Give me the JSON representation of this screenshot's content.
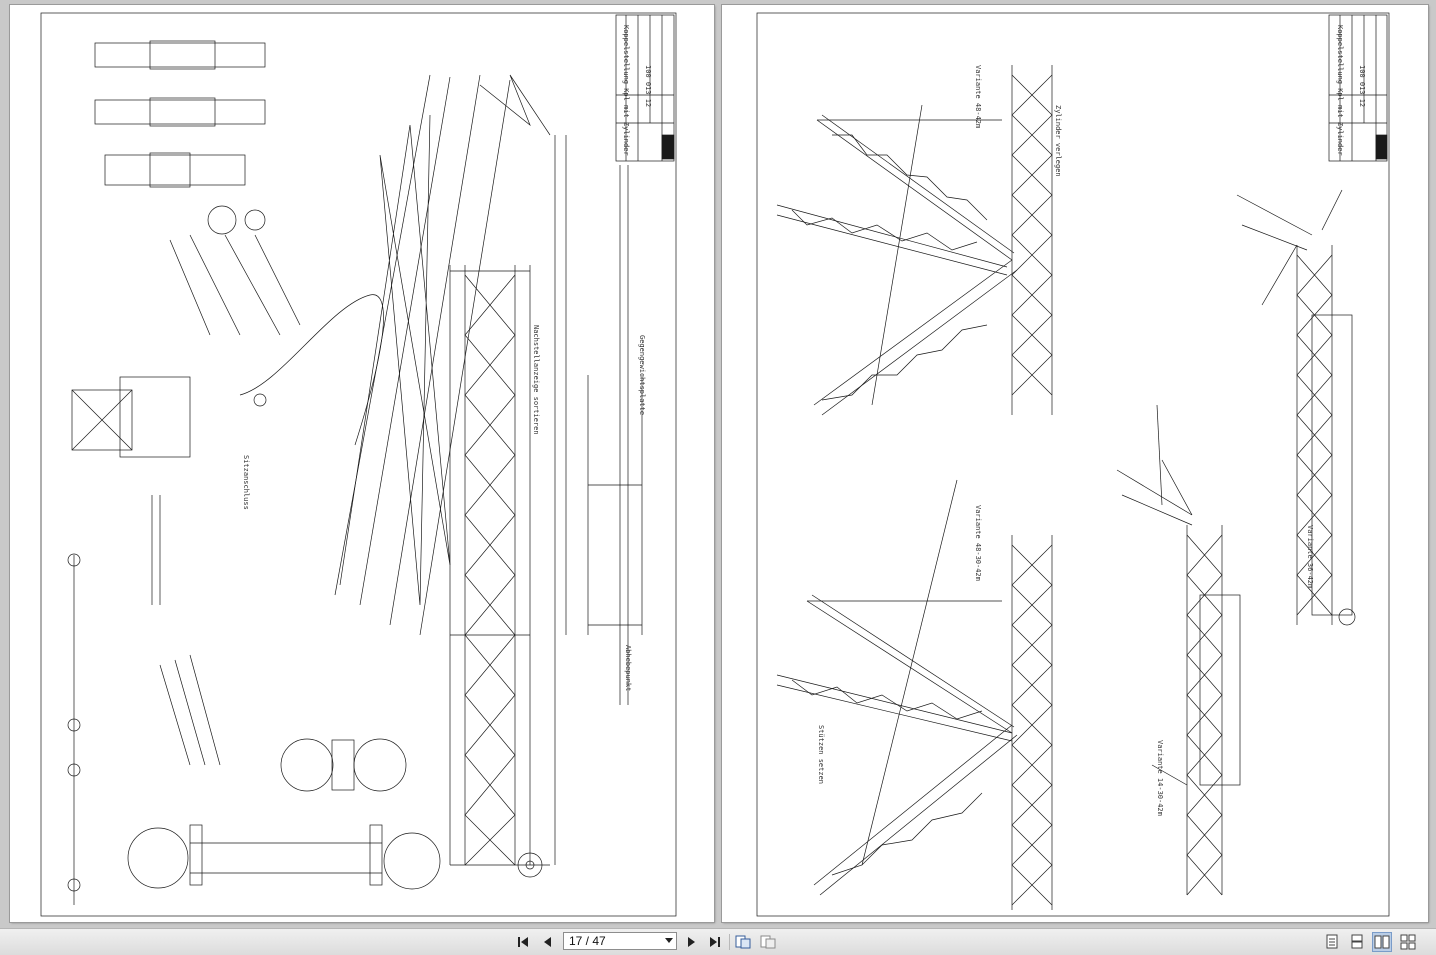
{
  "toolbar": {
    "page_indicator": "17 / 47",
    "buttons": {
      "first_page": "first-page-icon",
      "previous_page": "previous-page-icon",
      "next_page": "next-page-icon",
      "last_page": "last-page-icon",
      "rotate": "rotate-page-icon",
      "fit": "fit-page-icon",
      "single_page": "single-page-icon",
      "continuous": "continuous-scroll-icon",
      "two_page": "two-page-icon",
      "two_page_continuous": "two-page-continuous-icon"
    }
  },
  "left_page": {
    "titleblock": "Koppelstellung Kpl mit Zylinder",
    "drawing_no": "100 013 12",
    "notes_a": "Nachstellanzeige sortieren",
    "notes_b": "Sitzanschluss",
    "notes_c": "Abhebepunkt",
    "notes_d": "Gegengewichtsplatte"
  },
  "right_page": {
    "titleblock": "Koppelstellung Kpl mit Zylinder",
    "drawing_no": "100 013 12",
    "variant_a": "Variante 48-42m",
    "variant_b": "Variante 48-30-42m",
    "variant_c": "Variante 36-42m",
    "variant_d": "Variante 14-30-42m",
    "note_cylinder": "Zylinder verlegen",
    "note_support": "Stützen setzen"
  },
  "colors": {
    "viewer_bg": "#c9c9c9",
    "page_bg": "#ffffff",
    "ink": "#1a1a1a"
  }
}
